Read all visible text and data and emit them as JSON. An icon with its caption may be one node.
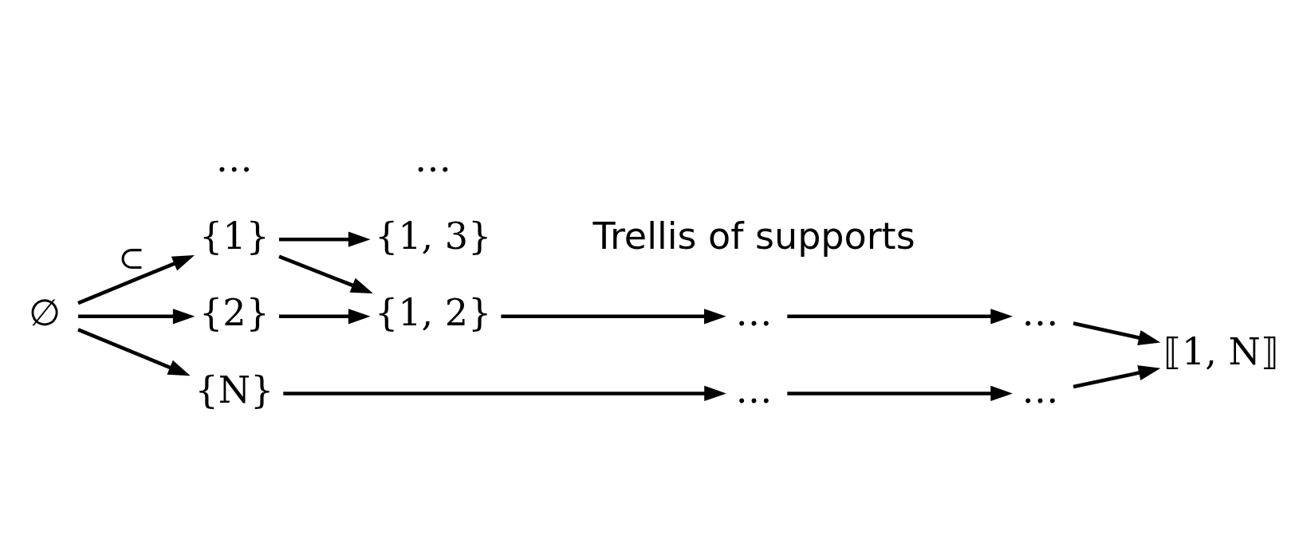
{
  "diagram": {
    "nodes": [
      {
        "text": [
          "∅"
        ]
      },
      {
        "text": [
          "{1}"
        ]
      },
      {
        "text": [
          "{2}"
        ]
      },
      {
        "text": [
          "{N}"
        ]
      },
      {
        "text": [
          "{1, 2}"
        ]
      },
      {
        "text": [
          "{1, 3}"
        ]
      },
      {
        "text": [
          "…"
        ]
      },
      {
        "text": [
          "…"
        ]
      },
      {
        "text": [
          "⟦1, N⟧"
        ]
      },
      {
        "text": [
          "…"
        ]
      },
      {
        "text": [
          "…"
        ]
      }
    ],
    "edges": [
      {
        "from": 0,
        "to": 1,
        "arrow": "to",
        "label": "⊂"
      },
      {
        "from": 0,
        "to": 2,
        "arrow": "to"
      },
      {
        "from": 0,
        "to": 3,
        "arrow": "to"
      },
      {
        "from": 1,
        "to": 4,
        "arrow": "to"
      },
      {
        "from": 1,
        "to": 5,
        "arrow": "to"
      },
      {
        "from": 2,
        "to": 4,
        "arrow": "to"
      },
      {
        "from": 4,
        "to": 6,
        "arrow": "to"
      },
      {
        "from": 6,
        "to": 7,
        "arrow": "to"
      },
      {
        "from": 7,
        "to": 8,
        "arrow": "to"
      },
      {
        "from": 3,
        "to": 9,
        "arrow": "to"
      },
      {
        "from": 9,
        "to": 10,
        "arrow": "to"
      },
      {
        "from": 10,
        "to": 8,
        "arrow": "to"
      }
    ],
    "labels": [
      "…",
      "…",
      "Trellis of supports"
    ]
  }
}
